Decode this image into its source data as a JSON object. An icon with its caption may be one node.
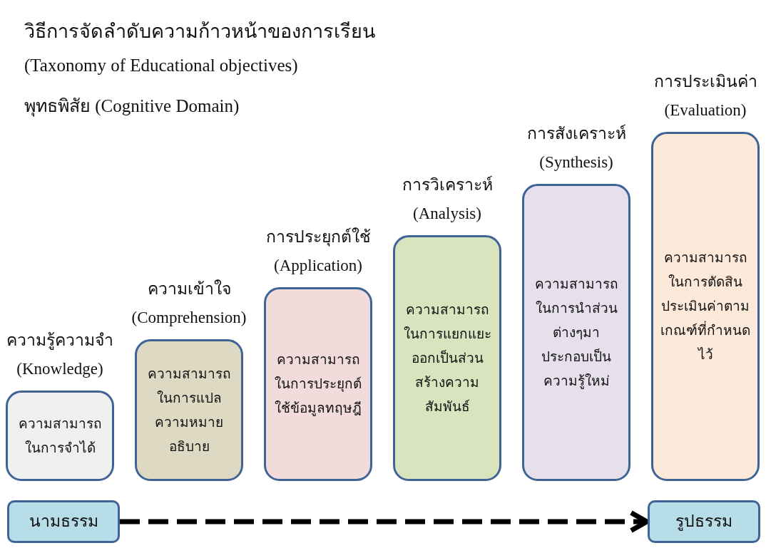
{
  "diagram": {
    "title": "วิธีการจัดลำดับความก้าวหน้าของการเรียน",
    "nodes": [
      {
        "text": [
          "ความรู้ความจำ",
          "(Knowledge)",
          "ความสามารถในการจำได้"
        ]
      },
      {
        "text": [
          "ความเข้าใจ",
          "(Comprehension)",
          "ความสามารถในการแปลความหมายอธิบาย"
        ]
      },
      {
        "text": [
          "การประยุกต์ใช้",
          "(Application)",
          "ความสามารถในการประยุกต์ใช้ข้อมูลทฤษฎี"
        ]
      },
      {
        "text": [
          "การวิเคราะห์",
          "(Analysis)",
          "ความสามารถในการแยกแยะออกเป็นส่วนสร้างความสัมพันธ์"
        ]
      },
      {
        "text": [
          "การสังเคราะห์",
          "(Synthesis)",
          "ความสามารถในการนำส่วนต่างๆมาประกอบเป็นความรู้ใหม่"
        ]
      },
      {
        "text": [
          "การประเมินค่า",
          "(Evaluation)",
          "ความสามารถในการตัดสินประเมินค่าตามเกณฑ์ที่กำหนดไว้"
        ]
      },
      {
        "text": [
          "นามธรรม"
        ]
      },
      {
        "text": [
          "รูปธรรม"
        ]
      }
    ],
    "edges": [
      {
        "from": 6,
        "to": 7,
        "arrow": "to",
        "style": "dashed"
      }
    ],
    "labels": [
      "(Taxonomy of Educational objectives)",
      "พุทธพิสัย (Cognitive Domain)"
    ]
  }
}
